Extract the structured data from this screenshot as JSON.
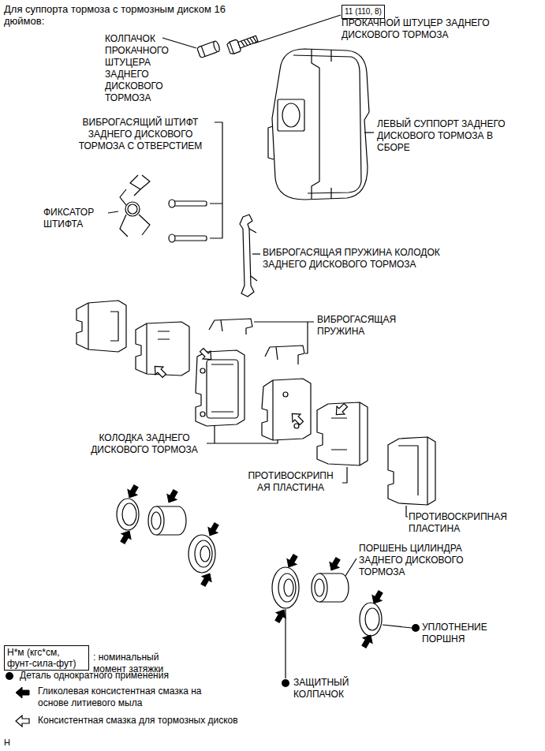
{
  "diagram": {
    "title": "Для суппорта тормоза с тормозным диском 16 дюймов:",
    "nodes": [
      {
        "text": [
          "11 (110, 8)"
        ]
      },
      {
        "text": [
          "Н*м (кгс*см, фунт-сила-фут)"
        ]
      }
    ],
    "labels": [
      "КОЛПАЧОК ПРОКАЧНОГО ШТУЦЕРА ЗАДНЕГО ДИСКОВОГО ТОРМОЗА",
      "ПРОКАЧНОЙ ШТУЦЕР ЗАДНЕГО ДИСКОВОГО ТОРМОЗА",
      "ВИБРОГАСЯЩИЙ ШТИФТ ЗАДНЕГО ДИСКОВОГО ТОРМОЗА С ОТВЕРСТИЕМ",
      "ЛЕВЫЙ СУППОРТ ЗАДНЕГО ДИСКОВОГО ТОРМОЗА В СБОРЕ",
      "ФИКСАТОР ШТИФТА",
      "ВИБРОГАСЯЩАЯ ПРУЖИНА КОЛОДОК ЗАДНЕГО ДИСКОВОГО ТОРМОЗА",
      "ВИБРОГАСЯЩАЯ ПРУЖИНА",
      "КОЛОДКА ЗАДНЕГО ДИСКОВОГО ТОРМОЗА",
      "ПРОТИВОСКРИПН АЯ ПЛАСТИНА",
      "ПРОТИВОСКРИПНАЯ ПЛАСТИНА",
      "ПОРШЕНЬ ЦИЛИНДРА ЗАДНЕГО ДИСКОВОГО ТОРМОЗА",
      "УПЛОТНЕНИЕ ПОРШНЯ",
      "ЗАЩИТНЫЙ КОЛПАЧОК",
      "H"
    ],
    "legend": [
      {
        "text": ": номинальный момент затяжки"
      },
      {
        "text": "Деталь однократного применения"
      },
      {
        "text": "Гликолевая консистентная смазка на основе литиевого мыла"
      },
      {
        "text": "Консистентная смазка для тормозных дисков"
      }
    ]
  }
}
